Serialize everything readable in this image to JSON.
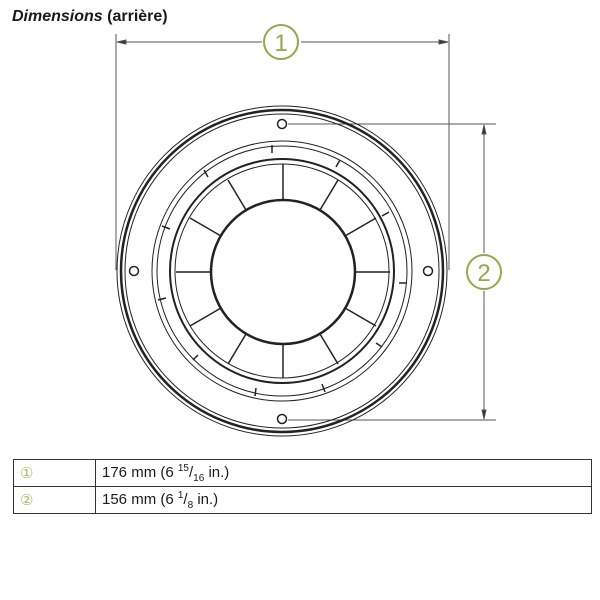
{
  "title": {
    "italic": "Dimensions",
    "rest": " (arrière)"
  },
  "callouts": {
    "width_marker": "1",
    "height_marker": "2"
  },
  "colors": {
    "callout": "#8faa4a",
    "line": "#555555",
    "table_border": "#333333"
  },
  "table": {
    "rows": [
      {
        "key": "①",
        "mm": "176 mm (6 ",
        "frac_num": "15",
        "frac_den": "16",
        "unit": " in.)"
      },
      {
        "key": "②",
        "mm": "156 mm (6 ",
        "frac_num": "1",
        "frac_den": "8",
        "unit": " in.)"
      }
    ]
  }
}
